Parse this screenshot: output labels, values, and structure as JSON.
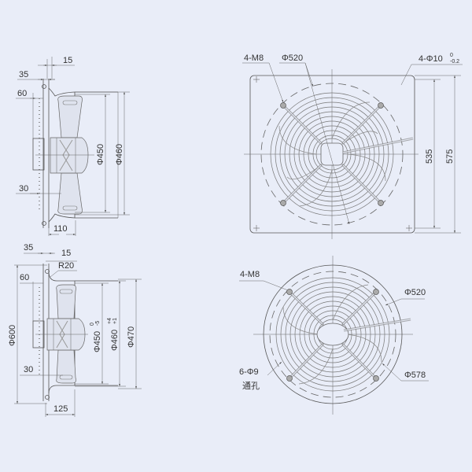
{
  "colors": {
    "background": "#e9edf8",
    "line": "#555555",
    "text": "#333333"
  },
  "side_view_top": {
    "dims": {
      "d15": "15",
      "d35": "35",
      "d60": "60",
      "d30": "30",
      "d110": "110",
      "phi450": "Φ450",
      "phi460": "Φ460"
    }
  },
  "side_view_bottom": {
    "dims": {
      "d35": "35",
      "d15": "15",
      "r20": "R20",
      "d60": "60",
      "phi600": "Φ600",
      "d30": "30",
      "d125": "125",
      "phi450": "Φ450",
      "phi450_tol_upper": "0",
      "phi450_tol_lower": "-5",
      "phi460": "Φ460",
      "phi460_tol_upper": "+4",
      "phi460_tol_lower": "+1",
      "phi470": "Φ470"
    }
  },
  "front_view_square": {
    "labels": {
      "bolts": "4-M8",
      "circle": "Φ520",
      "holes": "4-Φ10",
      "holes_tol_upper": "0",
      "holes_tol_lower": "-0.2",
      "inner_height": "535",
      "outer_height": "575"
    }
  },
  "front_view_round": {
    "labels": {
      "bolts": "4-M8",
      "circle": "Φ520",
      "holes": "6-Φ9",
      "holes_note": "通孔",
      "outer": "Φ578"
    }
  }
}
